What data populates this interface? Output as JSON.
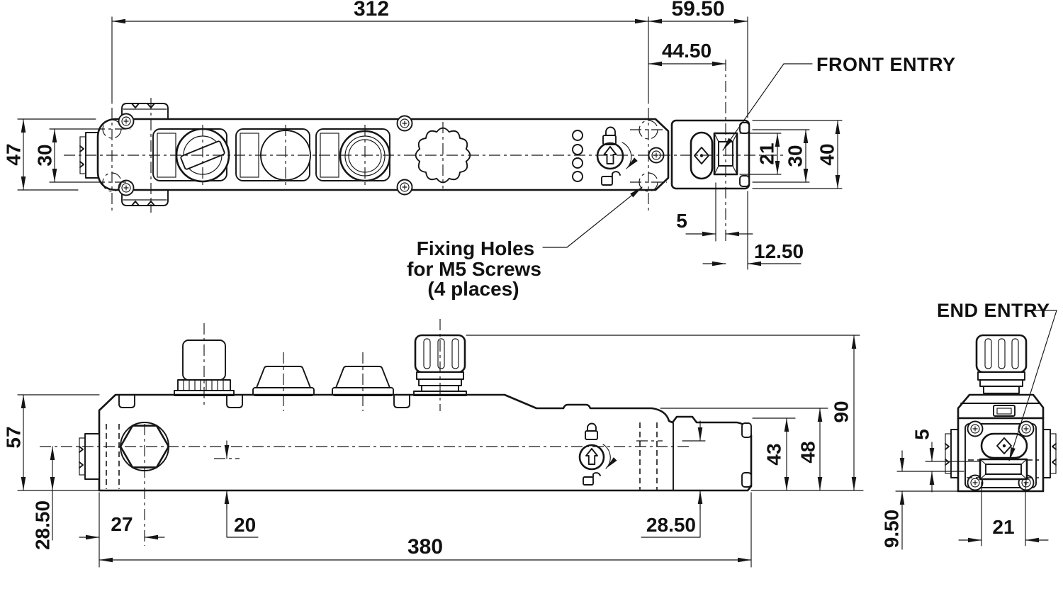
{
  "colors": {
    "ink": "#151515",
    "paper": "#ffffff"
  },
  "labels": {
    "front_entry": "FRONT ENTRY",
    "end_entry": "END ENTRY",
    "fixing_note": {
      "line1": "Fixing Holes",
      "line2": "for M5 Screws",
      "line3": "(4 places)"
    }
  },
  "icons": {
    "lock": "padlock-locked-icon",
    "unlock": "padlock-unlocked-icon",
    "rotate": "rotate-clockwise-arrow-icon",
    "override_dial": "manual-override-dial-icon",
    "target": "diamond-target-icon",
    "hex_plug": "hex-plug-icon",
    "led": "led-indicator-icon"
  },
  "top_view": {
    "dims": {
      "overall_length": "312",
      "end_section_length": "59.50",
      "front_port_offset": "44.50",
      "body_width": "47",
      "fixing_hole_spacing": "30",
      "front_slot_width": "21",
      "end_hole_spacing": "30",
      "end_block_width": "40",
      "slot_edge_offset": "5",
      "slot_depth": "12.50"
    }
  },
  "side_view": {
    "dims": {
      "body_height": "57",
      "inlet_port_height": "28.50",
      "inlet_port_offset": "27",
      "pilot_port_height": "20",
      "outlet_port_height": "28.50",
      "overall_length": "380",
      "end_block_height": "43",
      "body_step_height": "48",
      "overall_height": "90"
    }
  },
  "end_view": {
    "dims": {
      "slot_top_offset": "5",
      "slot_bottom_offset": "9.50",
      "slot_width": "21"
    }
  }
}
